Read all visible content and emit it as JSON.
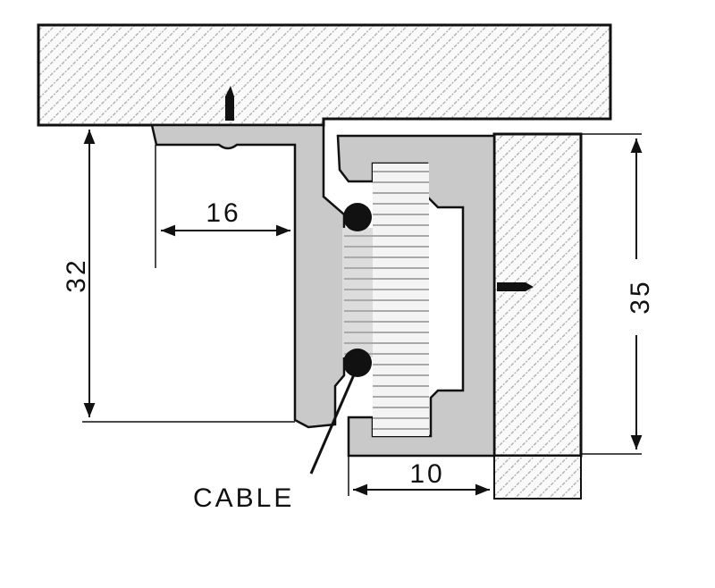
{
  "diagram": {
    "dimensions": {
      "height_left": "32",
      "width_top": "16",
      "height_right": "35",
      "width_bottom": "10"
    },
    "callout": "CABLE"
  }
}
